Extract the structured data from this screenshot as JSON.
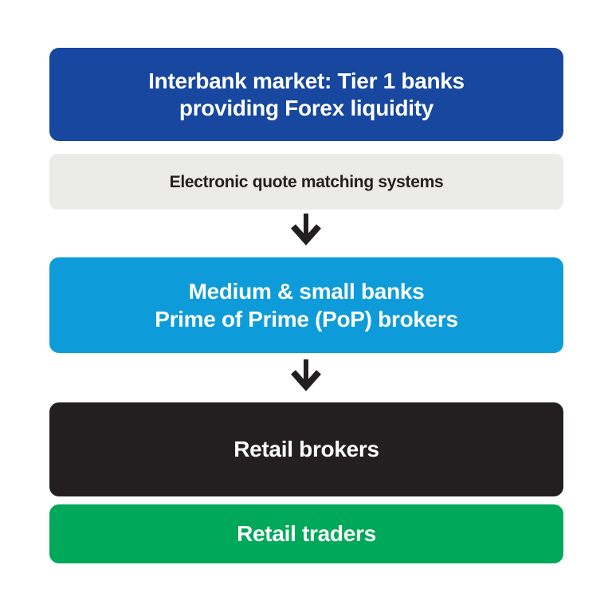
{
  "diagram": {
    "type": "flow",
    "background": "#ffffff",
    "nodes": [
      {
        "id": "interbank-market",
        "lines": [
          "Interbank market: Tier 1 banks",
          "providing Forex liquidity"
        ],
        "bg": "#17479e",
        "text_color": "#ffffff"
      },
      {
        "id": "electronic-quote-matching-systems",
        "lines": [
          "Electronic quote matching systems"
        ],
        "bg": "#ebebe9",
        "text_color": "#231f20"
      },
      {
        "id": "medium-small-banks-pop-brokers",
        "lines": [
          "Medium & small banks",
          "Prime of Prime (PoP) brokers"
        ],
        "bg": "#0d9cd9",
        "text_color": "#ffffff"
      },
      {
        "id": "retail-brokers",
        "lines": [
          "Retail brokers"
        ],
        "bg": "#231f20",
        "text_color": "#ffffff"
      },
      {
        "id": "retail-traders",
        "lines": [
          "Retail traders"
        ],
        "bg": "#00a859",
        "text_color": "#ffffff"
      }
    ],
    "connectors": [
      {
        "icon": "down-arrow-icon",
        "from": "electronic-quote-matching-systems",
        "to": "medium-small-banks-pop-brokers",
        "color": "#231f20"
      },
      {
        "icon": "down-arrow-icon",
        "from": "medium-small-banks-pop-brokers",
        "to": "retail-brokers",
        "color": "#231f20"
      }
    ]
  }
}
